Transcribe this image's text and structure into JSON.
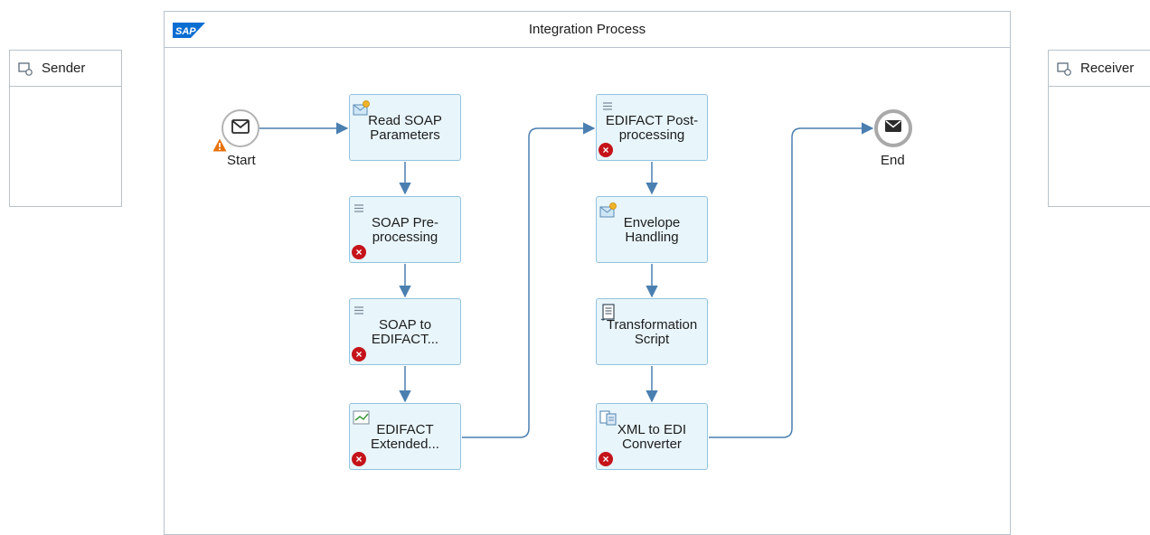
{
  "sender": {
    "label": "Sender",
    "icon": "participant-icon"
  },
  "receiver": {
    "label": "Receiver",
    "icon": "participant-icon"
  },
  "process": {
    "title": "Integration Process",
    "logo_text": "SAP",
    "brand_color": "#0a6ed1"
  },
  "events": {
    "start": {
      "label": "Start",
      "icon": "envelope-icon",
      "warning_icon": "warning-icon"
    },
    "end": {
      "label": "End",
      "icon": "envelope-filled-icon"
    }
  },
  "steps": [
    {
      "id": "read-soap-parameters",
      "label": "Read SOAP\nParameters",
      "icon": "content-modifier-icon",
      "error": false
    },
    {
      "id": "soap-preprocessing",
      "label": "SOAP Pre-\nprocessing",
      "icon": "process-call-icon",
      "error": true
    },
    {
      "id": "soap-to-edifact",
      "label": "SOAP to\nEDIFACT...",
      "icon": "process-call-icon",
      "error": true
    },
    {
      "id": "edifact-extended",
      "label": "EDIFACT\nExtended...",
      "icon": "mapping-icon",
      "error": true
    },
    {
      "id": "edifact-postprocessing",
      "label": "EDIFACT Post-\nprocessing",
      "icon": "process-call-icon",
      "error": true
    },
    {
      "id": "envelope-handling",
      "label": "Envelope\nHandling",
      "icon": "content-modifier-icon",
      "error": false
    },
    {
      "id": "transformation-script",
      "label": "Transformation\nScript",
      "icon": "script-icon",
      "error": false
    },
    {
      "id": "xml-to-edi-converter",
      "label": "XML to EDI\nConverter",
      "icon": "converter-icon",
      "error": true
    }
  ],
  "error_glyph": "×",
  "colors": {
    "step_fill": "#e8f5fb",
    "step_border": "#92c4e0",
    "connector": "#4a7fb0",
    "error": "#c5131a",
    "warning": "#e9730c"
  }
}
